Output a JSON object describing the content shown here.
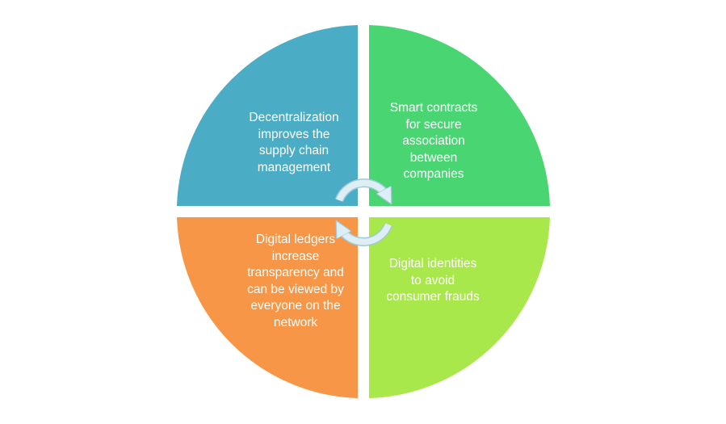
{
  "quadrants": {
    "top_left": {
      "text": "Decentralization\nimproves the\nsupply chain\nmanagement",
      "color": "#4BACC6"
    },
    "top_right": {
      "text": "Smart contracts\nfor secure\nassociation\nbetween\ncompanies",
      "color": "#4AD573"
    },
    "bottom_left": {
      "text": "Digital ledgers\nincrease\ntransparency and\ncan be viewed by\neveryone on the\nnetwork",
      "color": "#F79646"
    },
    "bottom_right": {
      "text": "Digital identities\nto avoid\nconsumer frauds",
      "color": "#A9E84A"
    }
  },
  "cycle_arrows_color": "#DDEFF5"
}
